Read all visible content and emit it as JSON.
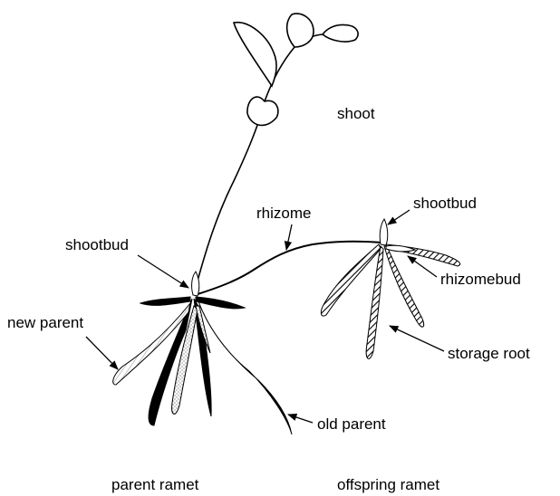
{
  "labels": {
    "shoot": "shoot",
    "rhizome": "rhizome",
    "shootbud_left": "shootbud",
    "shootbud_right": "shootbud",
    "rhizomebud": "rhizomebud",
    "new_parent": "new parent",
    "storage_root": "storage root",
    "old_parent": "old parent"
  },
  "captions": {
    "parent_ramet": "parent ramet",
    "offspring_ramet": "offspring ramet"
  },
  "colors": {
    "ink": "#000000",
    "paper": "#ffffff"
  }
}
